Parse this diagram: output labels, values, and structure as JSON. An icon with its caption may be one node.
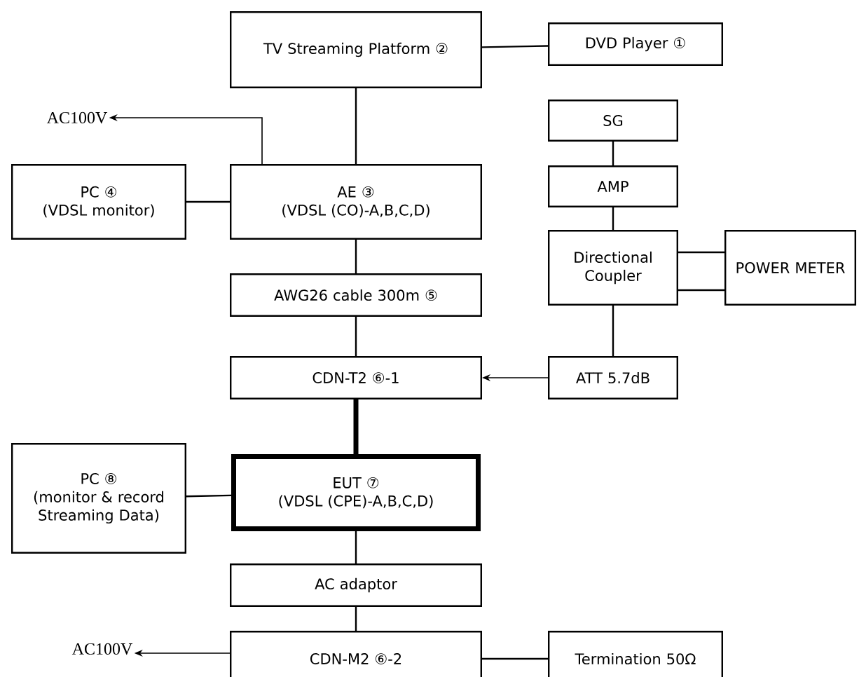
{
  "diagram": {
    "nodes": [
      {
        "text": [
          "TV Streaming Platform ②"
        ]
      },
      {
        "text": [
          "DVD Player ①"
        ]
      },
      {
        "text": [
          "AC100V"
        ]
      },
      {
        "text": [
          "PC ④",
          "(VDSL monitor)"
        ]
      },
      {
        "text": [
          "AE ③",
          "(VDSL (CO)-A,B,C,D)"
        ]
      },
      {
        "text": [
          "SG"
        ]
      },
      {
        "text": [
          "AMP"
        ]
      },
      {
        "text": [
          "Directional Coupler"
        ]
      },
      {
        "text": [
          "POWER METER"
        ]
      },
      {
        "text": [
          "AWG26 cable 300m ⑤"
        ]
      },
      {
        "text": [
          "CDN-T2 ⑥-1"
        ]
      },
      {
        "text": [
          "ATT 5.7dB"
        ]
      },
      {
        "text": [
          "PC ⑧",
          "(monitor & record Streaming Data)"
        ]
      },
      {
        "text": [
          "EUT ⑦",
          "(VDSL (CPE)-A,B,C,D)"
        ]
      },
      {
        "text": [
          "AC adaptor"
        ]
      },
      {
        "text": [
          "AC100V"
        ]
      },
      {
        "text": [
          "CDN-M2 ⑥-2"
        ]
      },
      {
        "text": [
          "Termination 50Ω"
        ]
      }
    ],
    "edges": [
      {
        "from": 0,
        "to": 1,
        "arrow": "none"
      },
      {
        "from": 0,
        "to": 4,
        "arrow": "none"
      },
      {
        "from": 4,
        "to": 2,
        "arrow": "to"
      },
      {
        "from": 3,
        "to": 4,
        "arrow": "none"
      },
      {
        "from": 4,
        "to": 9,
        "arrow": "none"
      },
      {
        "from": 9,
        "to": 10,
        "arrow": "none"
      },
      {
        "from": 5,
        "to": 6,
        "arrow": "none"
      },
      {
        "from": 6,
        "to": 7,
        "arrow": "none"
      },
      {
        "from": 7,
        "to": 8,
        "arrow": "none"
      },
      {
        "from": 7,
        "to": 8,
        "arrow": "none"
      },
      {
        "from": 7,
        "to": 11,
        "arrow": "none"
      },
      {
        "from": 11,
        "to": 10,
        "arrow": "to"
      },
      {
        "from": 10,
        "to": 13,
        "arrow": "none",
        "style": "thick"
      },
      {
        "from": 12,
        "to": 13,
        "arrow": "none"
      },
      {
        "from": 13,
        "to": 14,
        "arrow": "none"
      },
      {
        "from": 14,
        "to": 16,
        "arrow": "none"
      },
      {
        "from": 16,
        "to": 15,
        "arrow": "to"
      },
      {
        "from": 16,
        "to": 17,
        "arrow": "none"
      }
    ]
  }
}
